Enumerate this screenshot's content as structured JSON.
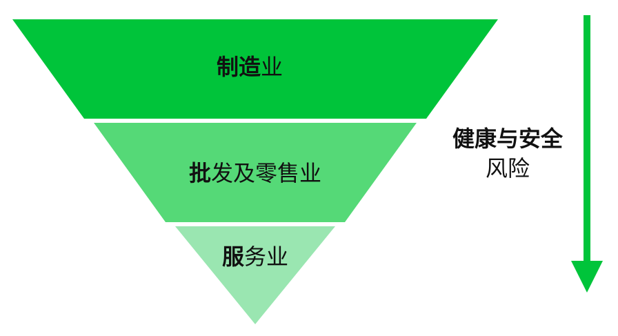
{
  "layers": [
    {
      "label_bold": "制造",
      "label_rest": "业",
      "color": "#00c43a"
    },
    {
      "label_bold": "批",
      "label_rest": "发及零售业",
      "color": "#55d977"
    },
    {
      "label_bold": "服",
      "label_rest": "务业",
      "color": "#9ae6b1"
    }
  ],
  "risk": {
    "title_bold": "健康与安全",
    "title_rest": "风险",
    "arrow_color": "#00c43a"
  }
}
